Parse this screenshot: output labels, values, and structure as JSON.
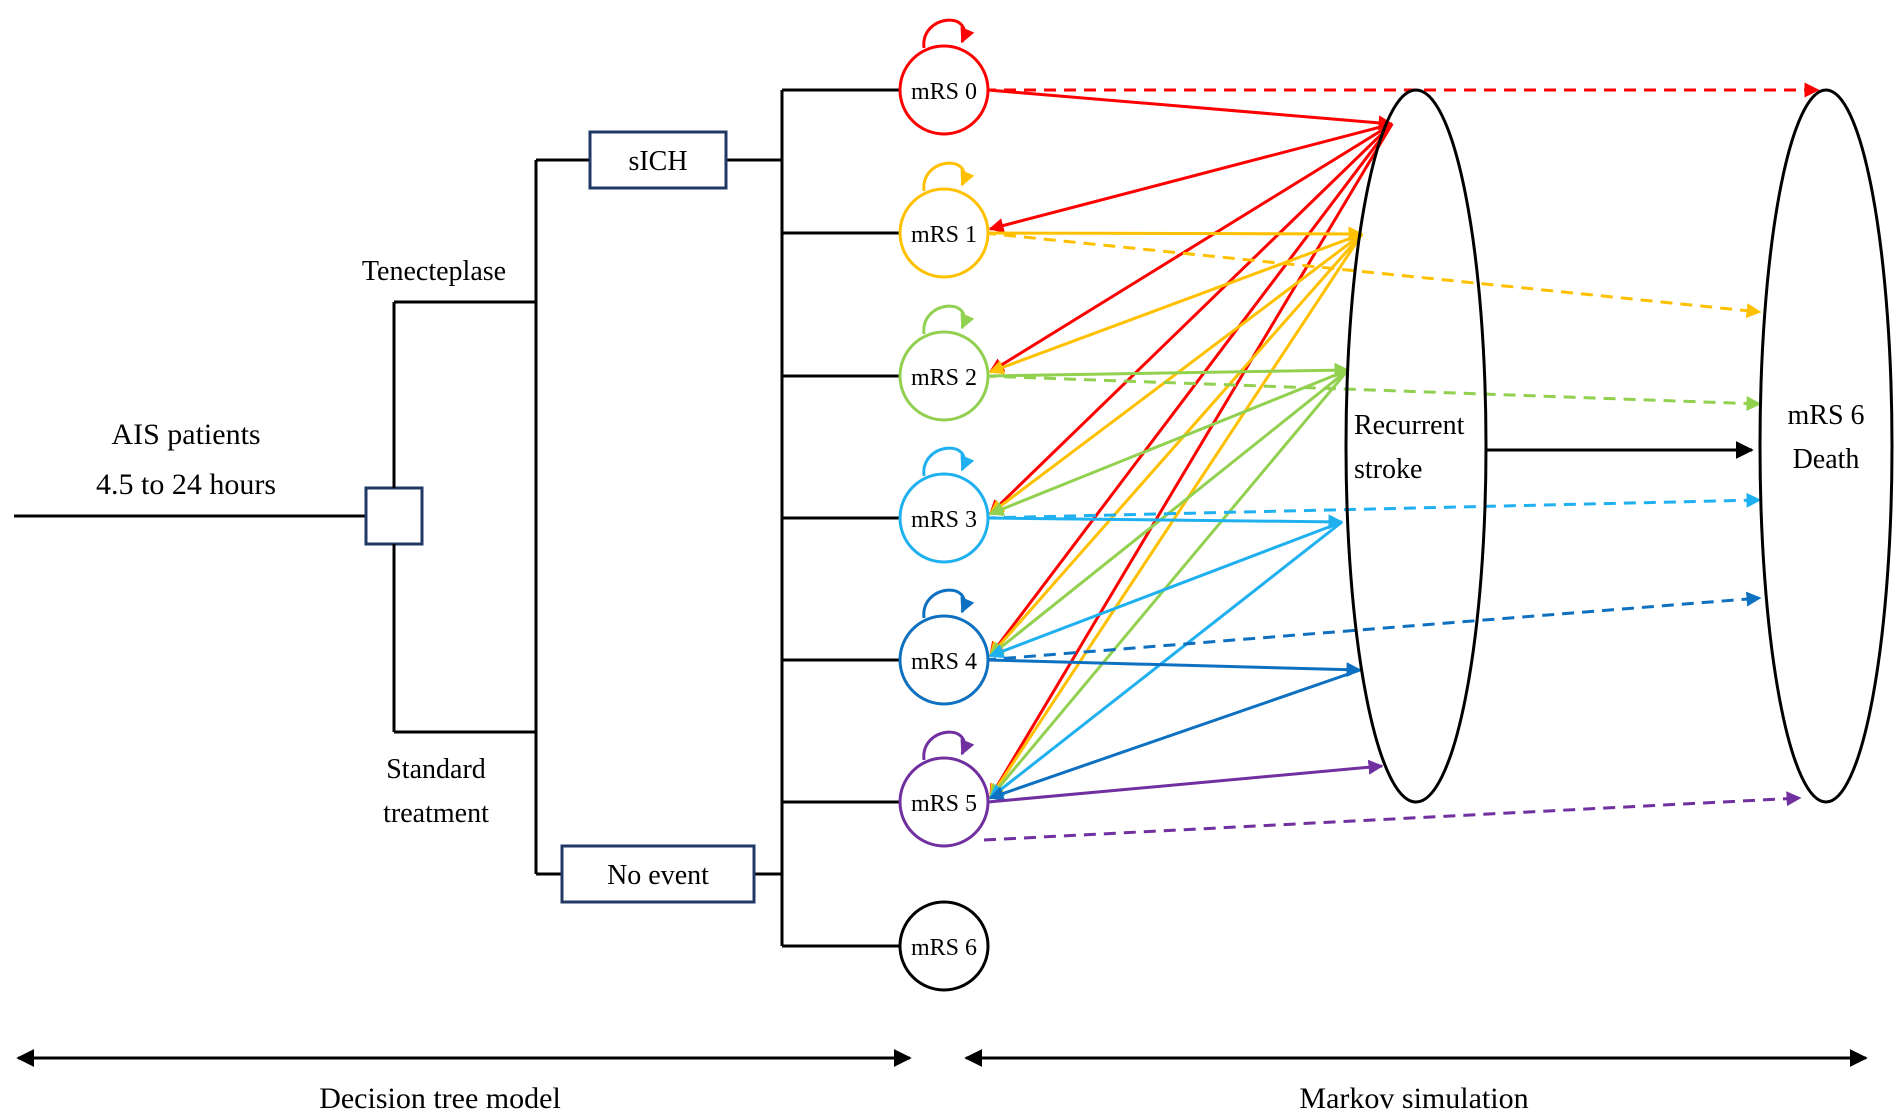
{
  "tree": {
    "root_label_line1": "AIS patients",
    "root_label_line2": "4.5 to 24 hours",
    "branch_tenecteplase": "Tenecteplase",
    "branch_standard_line1": "Standard",
    "branch_standard_line2": "treatment",
    "event_sich": "sICH",
    "event_no_event": "No event"
  },
  "states": [
    {
      "label": "mRS 0",
      "color": "#ff0000"
    },
    {
      "label": "mRS 1",
      "color": "#ffc000"
    },
    {
      "label": "mRS 2",
      "color": "#92d050"
    },
    {
      "label": "mRS 3",
      "color": "#1fb0f0"
    },
    {
      "label": "mRS 4",
      "color": "#0e70c0"
    },
    {
      "label": "mRS 5",
      "color": "#7030a0"
    },
    {
      "label": "mRS 6",
      "color": "#000000"
    }
  ],
  "markov": {
    "recurrent_line1": "Recurrent",
    "recurrent_line2": "stroke",
    "death_line1": "mRS 6",
    "death_line2": "Death"
  },
  "footer": {
    "left_label": "Decision tree model",
    "right_label": "Markov simulation"
  }
}
